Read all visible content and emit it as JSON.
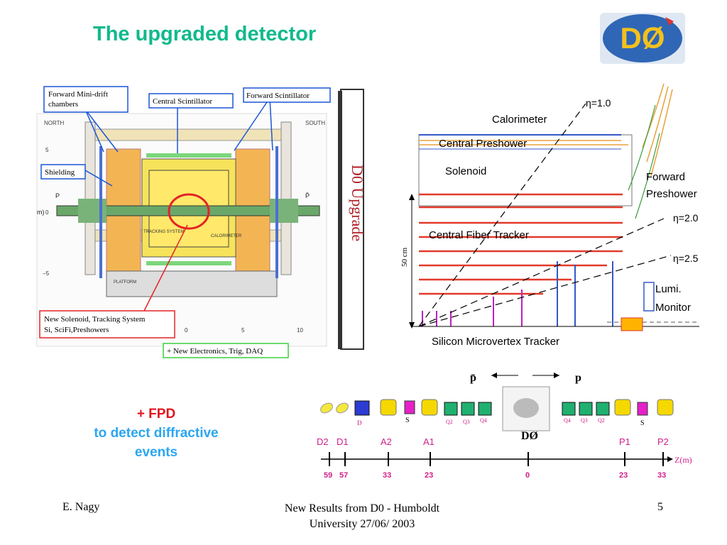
{
  "title": "The upgraded detector",
  "logo_text": "DØ",
  "left_diagram": {
    "labels": {
      "forward_minidrift": [
        "Forward Mini-drift",
        "chambers"
      ],
      "central_scintillator": "Central Scintillator",
      "forward_scintillator": "Forward Scintillator",
      "shielding": "Shielding",
      "new_solenoid": [
        "New Solenoid, Tracking System",
        "Si, SciFi,Preshowers"
      ],
      "new_electronics": "+ New Electronics, Trig, DAQ",
      "north": "NORTH",
      "south": "SOUTH",
      "p": "P",
      "pbar": "P̄",
      "axis_x": [
        "0",
        "5",
        "10"
      ],
      "axis_y": [
        "5",
        "0",
        "−5"
      ],
      "m": "m)",
      "calorimeter": "CALORIMETER",
      "tracking": "TRACKING SYSTEM",
      "platform": "PLATFORM"
    },
    "upgrade_label": "D0 Upgrade"
  },
  "right_diagram": {
    "calorimeter": "Calorimeter",
    "central_preshower": "Central Preshower",
    "solenoid": "Solenoid",
    "forward_preshower": [
      "Forward",
      "Preshower"
    ],
    "central_fiber_tracker": "Central Fiber Tracker",
    "silicon_microvertex": "Silicon Microvertex Tracker",
    "lumi_monitor": [
      "Lumi.",
      "Monitor"
    ],
    "eta_1": "η=1.0",
    "eta_2": "η=2.0",
    "eta_25": "η=2.5",
    "scale": "50 cm"
  },
  "fpd_diagram": {
    "pbar": "p̄",
    "p": "p",
    "d0": "DØ",
    "d_label": "D",
    "s_label": "S",
    "q_labels": [
      "Q2",
      "Q3",
      "Q4"
    ],
    "q_labels_right": [
      "Q4",
      "Q3",
      "Q2"
    ],
    "stations": [
      "D2",
      "D1",
      "A2",
      "A1",
      "P1",
      "P2"
    ],
    "distances": [
      "59",
      "57",
      "33",
      "23",
      "0",
      "23",
      "33"
    ],
    "axis_label": "Z(m)"
  },
  "fpd_text": {
    "line1": "+ FPD",
    "line2": "to detect diffractive",
    "line3": "events"
  },
  "footer": {
    "author": "E. Nagy",
    "center_line1": "New Results from D0 - Humboldt",
    "center_line2": "University  27/06/ 2003",
    "page": "5"
  }
}
